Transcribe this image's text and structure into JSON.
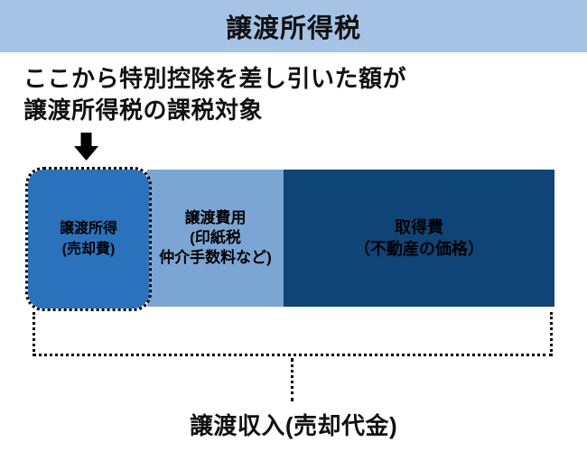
{
  "header": {
    "title": "譲渡所得税",
    "bg_color": "#a5c4e5"
  },
  "intro": {
    "line1": "ここから特別控除を差し引いた額が",
    "line2": "譲渡所得税の課税対象"
  },
  "arrow": {
    "color": "#000000"
  },
  "bar": {
    "segments": [
      {
        "label_line1": "譲渡所得",
        "label_line2": "(売却費)",
        "color": "#2a72bc",
        "outline": "black dotted rounded"
      },
      {
        "label_line1": "譲渡費用",
        "label_line2": "(印紙税",
        "label_line3": "仲介手数料など)",
        "color": "#7ba6d3"
      },
      {
        "label_line1": "取得費",
        "label_line2": "（不動産の価格）",
        "color": "#0e4476"
      }
    ]
  },
  "bottom": {
    "label": "譲渡収入(売却代金)"
  }
}
